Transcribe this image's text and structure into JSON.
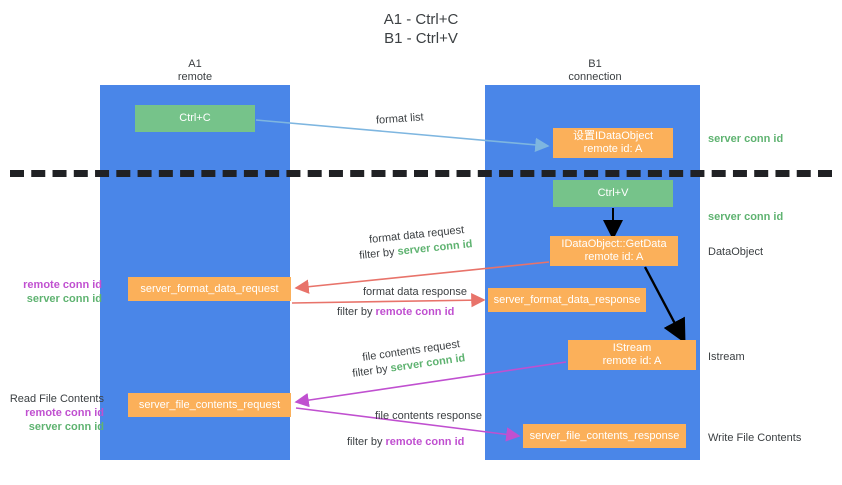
{
  "title": "A1 - Ctrl+C\nB1 - Ctrl+V",
  "lanes": {
    "a": {
      "header": "A1\nremote",
      "color": "#4a86e8"
    },
    "b": {
      "header": "B1\nconnection",
      "color": "#4a86e8"
    }
  },
  "nodes": {
    "ctrl_c": "Ctrl+C",
    "set_dataobject": "设置IDataObject\nremote id: A",
    "ctrl_v": "Ctrl+V",
    "get_data": "IDataObject::GetData\nremote id: A",
    "istream": "IStream\nremote id: A",
    "server_format_data_request": "server_format_data_request",
    "server_format_data_response": "server_format_data_response",
    "server_file_contents_request": "server_file_contents_request",
    "server_file_contents_response": "server_file_contents_response"
  },
  "side_labels": {
    "server_conn_id_1": "server conn id",
    "server_conn_id_2": "server conn id",
    "dataobject": "DataObject",
    "istream": "Istream",
    "write_file_contents": "Write File Contents",
    "read_file_contents": "Read File Contents",
    "remote_conn_id": "remote conn id",
    "server_conn_id": "server conn id"
  },
  "edges": {
    "format_list": "format list",
    "format_data_request": "format data request",
    "format_data_request_filter_prefix": "filter by ",
    "format_data_request_filter_key": "server conn id",
    "format_data_response": "format data response",
    "format_data_response_filter_prefix": "filter by ",
    "format_data_response_filter_key": "remote conn id",
    "file_contents_request": "file contents request",
    "file_contents_request_filter_prefix": "filter by ",
    "file_contents_request_filter_key": "server conn id",
    "file_contents_response": "file contents response",
    "file_contents_response_filter_prefix": "filter by ",
    "file_contents_response_filter_key": "remote conn id"
  },
  "colors": {
    "lane": "#4a86e8",
    "green_node": "#76c38a",
    "orange_node": "#fbb05a",
    "server_conn_id": "#5fb371",
    "remote_conn_id": "#c050d0",
    "arrow_light_blue": "#7eb6e0",
    "arrow_red": "#e8736a",
    "arrow_magenta": "#c050d0",
    "arrow_black": "#000000",
    "divider": "#202124"
  }
}
